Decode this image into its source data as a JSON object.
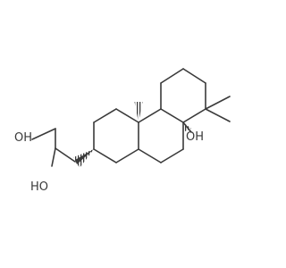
{
  "structure": {
    "atom_labels": {
      "hydroxyl_primary": "OH",
      "hydroxyl_secondary": "HO",
      "hydroxyl_ring": "OH"
    },
    "colors": {
      "bond": "#3a3a3a",
      "text": "#3a3a3a",
      "background": "#ffffff"
    }
  }
}
